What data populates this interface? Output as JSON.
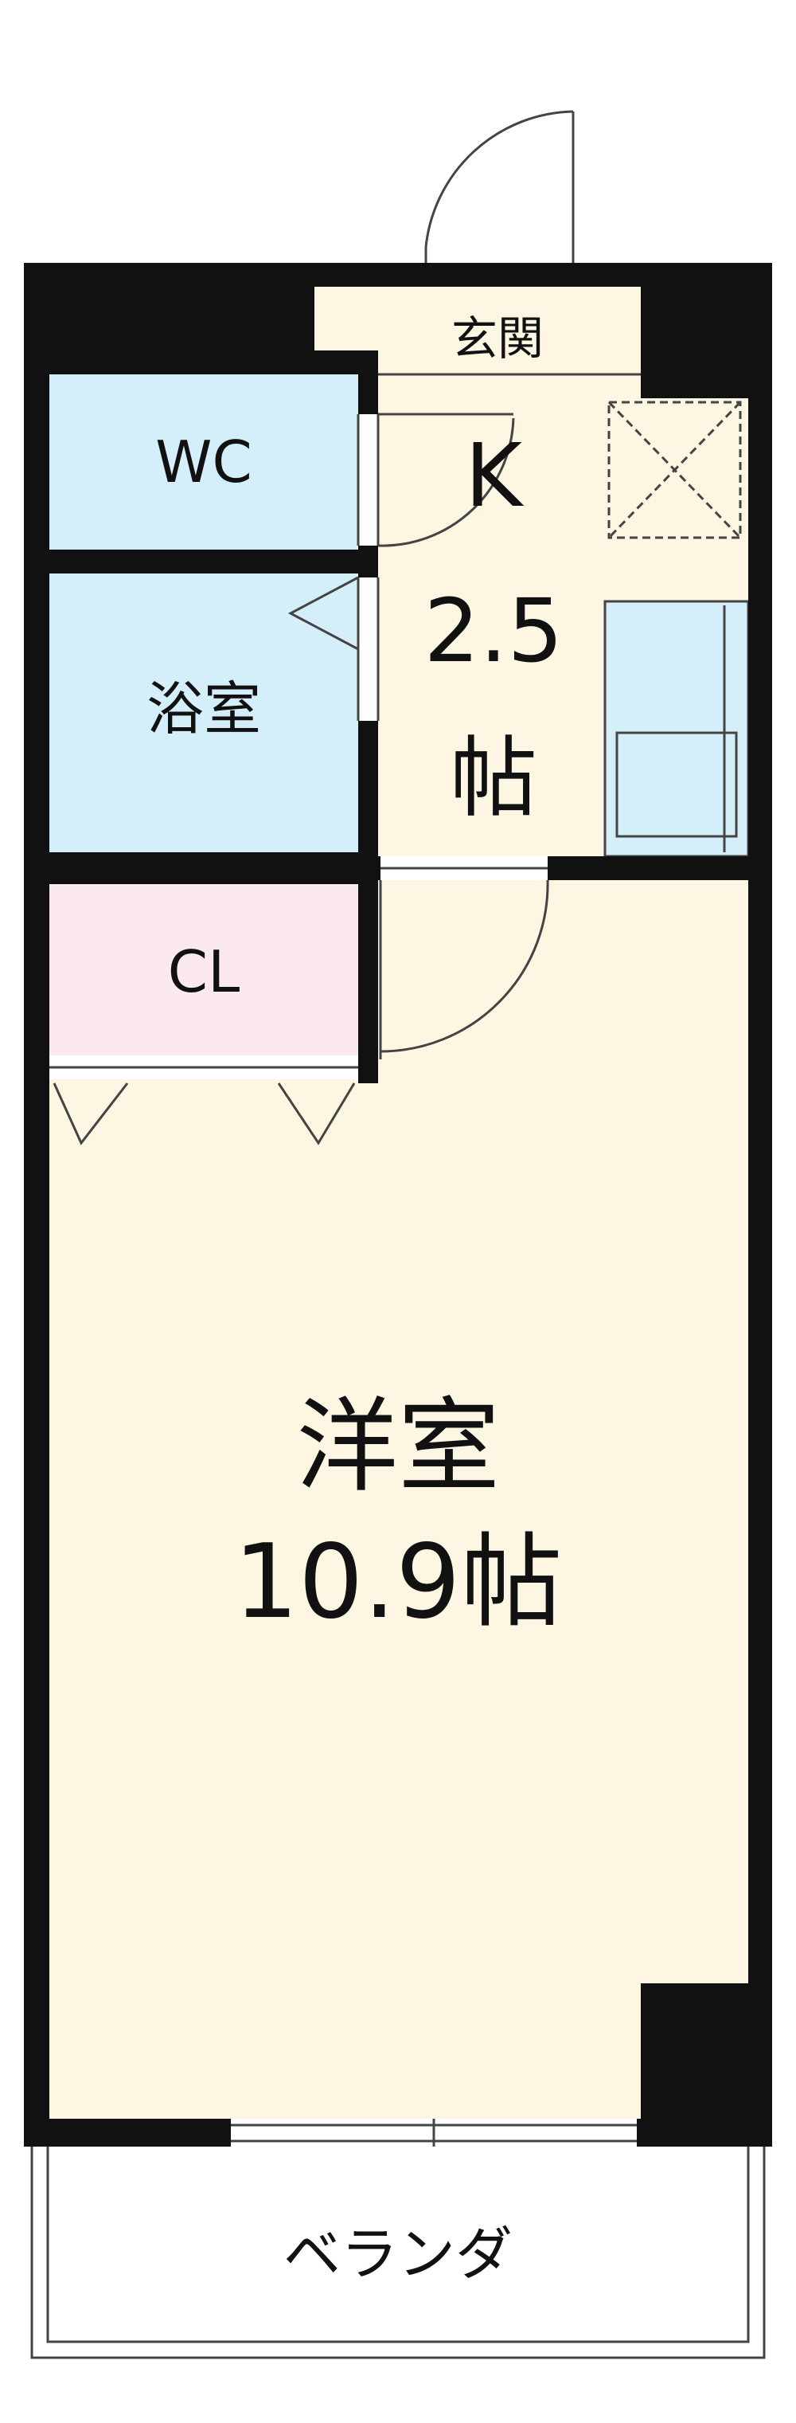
{
  "floor_plan": {
    "rooms": {
      "genkan": {
        "label": "玄関"
      },
      "kitchen": {
        "label": "K",
        "size": "2.5",
        "unit": "帖"
      },
      "wc": {
        "label": "WC"
      },
      "bath": {
        "label": "浴室"
      },
      "closet": {
        "label": "CL"
      },
      "western": {
        "label": "洋室",
        "size": "10.9帖"
      },
      "veranda": {
        "label": "ベランダ"
      }
    },
    "colors": {
      "wall": "#111111",
      "kitchen_floor": "#fdf6e3",
      "wet_area": "#d4eefa",
      "closet": "#fce8ef",
      "stroke": "#444444",
      "outside": "#ffffff"
    }
  }
}
